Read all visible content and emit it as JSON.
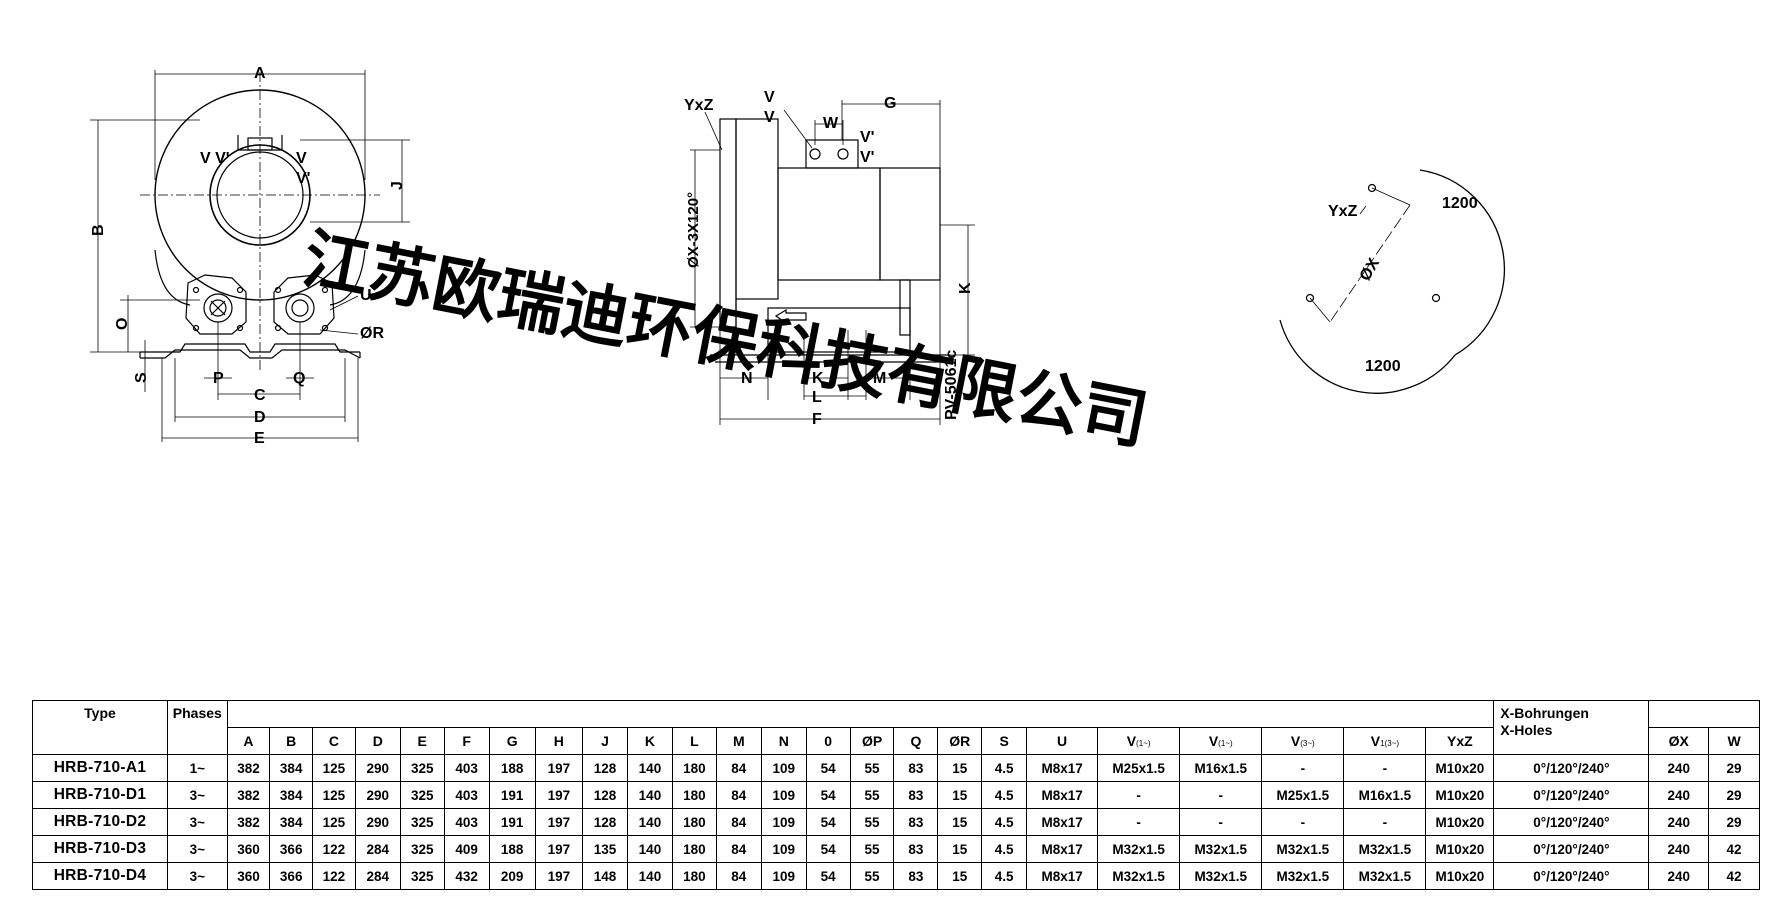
{
  "drawing": {
    "front": {
      "A": "A",
      "B": "B",
      "J": "J",
      "O": "O",
      "S": "S",
      "P": "P",
      "Q": "Q",
      "C": "C",
      "D": "D",
      "E": "E",
      "U": "U",
      "R": "ØR",
      "VV": "V V'",
      "V": "V",
      "V2": "V'"
    },
    "side": {
      "YxZ": "YxZ",
      "V": "V",
      "V2": "V",
      "W": "W",
      "G": "G",
      "Va": "V'",
      "Vb": "V'",
      "X": "ØX-3X120°",
      "K": "K",
      "N": "N",
      "K2": "K",
      "L": "L",
      "M": "M",
      "F": "F",
      "model": "PV-5061c"
    },
    "flange": {
      "YxZ": "YxZ",
      "d1": "1200",
      "d2": "1200",
      "X": "ØX"
    }
  },
  "watermark": "江苏欧瑞迪环保科技有限公司",
  "table": {
    "type_header": "Type",
    "phases_header": "Phases",
    "holes_header_1": "X-Bohrungen",
    "holes_header_2": "X-Holes",
    "columns": [
      "A",
      "B",
      "C",
      "D",
      "E",
      "F",
      "G",
      "H",
      "J",
      "K",
      "L",
      "M",
      "N",
      "0",
      "ØP",
      "Q",
      "ØR",
      "S",
      "U",
      "V",
      "V",
      "V",
      "V",
      "YxZ"
    ],
    "vsub": [
      "(1~)",
      "(1~)",
      "(3~)",
      "1(3~)"
    ],
    "ox_header": "ØX",
    "w_header": "W",
    "rows": [
      {
        "type": "HRB-710-A1",
        "phases": "1~",
        "vals": [
          "382",
          "384",
          "125",
          "290",
          "325",
          "403",
          "188",
          "197",
          "128",
          "140",
          "180",
          "84",
          "109",
          "54",
          "55",
          "83",
          "15",
          "4.5",
          "M8x17",
          "M25x1.5",
          "M16x1.5",
          "-",
          "-",
          "M10x20"
        ],
        "holes": "0°/120°/240°",
        "ox": "240",
        "w": "29"
      },
      {
        "type": "HRB-710-D1",
        "phases": "3~",
        "vals": [
          "382",
          "384",
          "125",
          "290",
          "325",
          "403",
          "191",
          "197",
          "128",
          "140",
          "180",
          "84",
          "109",
          "54",
          "55",
          "83",
          "15",
          "4.5",
          "M8x17",
          "-",
          "-",
          "M25x1.5",
          "M16x1.5",
          "M10x20"
        ],
        "holes": "0°/120°/240°",
        "ox": "240",
        "w": "29"
      },
      {
        "type": "HRB-710-D2",
        "phases": "3~",
        "vals": [
          "382",
          "384",
          "125",
          "290",
          "325",
          "403",
          "191",
          "197",
          "128",
          "140",
          "180",
          "84",
          "109",
          "54",
          "55",
          "83",
          "15",
          "4.5",
          "M8x17",
          "-",
          "-",
          "-",
          "-",
          "M10x20"
        ],
        "holes": "0°/120°/240°",
        "ox": "240",
        "w": "29"
      },
      {
        "type": "HRB-710-D3",
        "phases": "3~",
        "vals": [
          "360",
          "366",
          "122",
          "284",
          "325",
          "409",
          "188",
          "197",
          "135",
          "140",
          "180",
          "84",
          "109",
          "54",
          "55",
          "83",
          "15",
          "4.5",
          "M8x17",
          "M32x1.5",
          "M32x1.5",
          "M32x1.5",
          "M32x1.5",
          "M10x20"
        ],
        "holes": "0°/120°/240°",
        "ox": "240",
        "w": "42"
      },
      {
        "type": "HRB-710-D4",
        "phases": "3~",
        "vals": [
          "360",
          "366",
          "122",
          "284",
          "325",
          "432",
          "209",
          "197",
          "148",
          "140",
          "180",
          "84",
          "109",
          "54",
          "55",
          "83",
          "15",
          "4.5",
          "M8x17",
          "M32x1.5",
          "M32x1.5",
          "M32x1.5",
          "M32x1.5",
          "M10x20"
        ],
        "holes": "0°/120°/240°",
        "ox": "240",
        "w": "42"
      }
    ]
  }
}
